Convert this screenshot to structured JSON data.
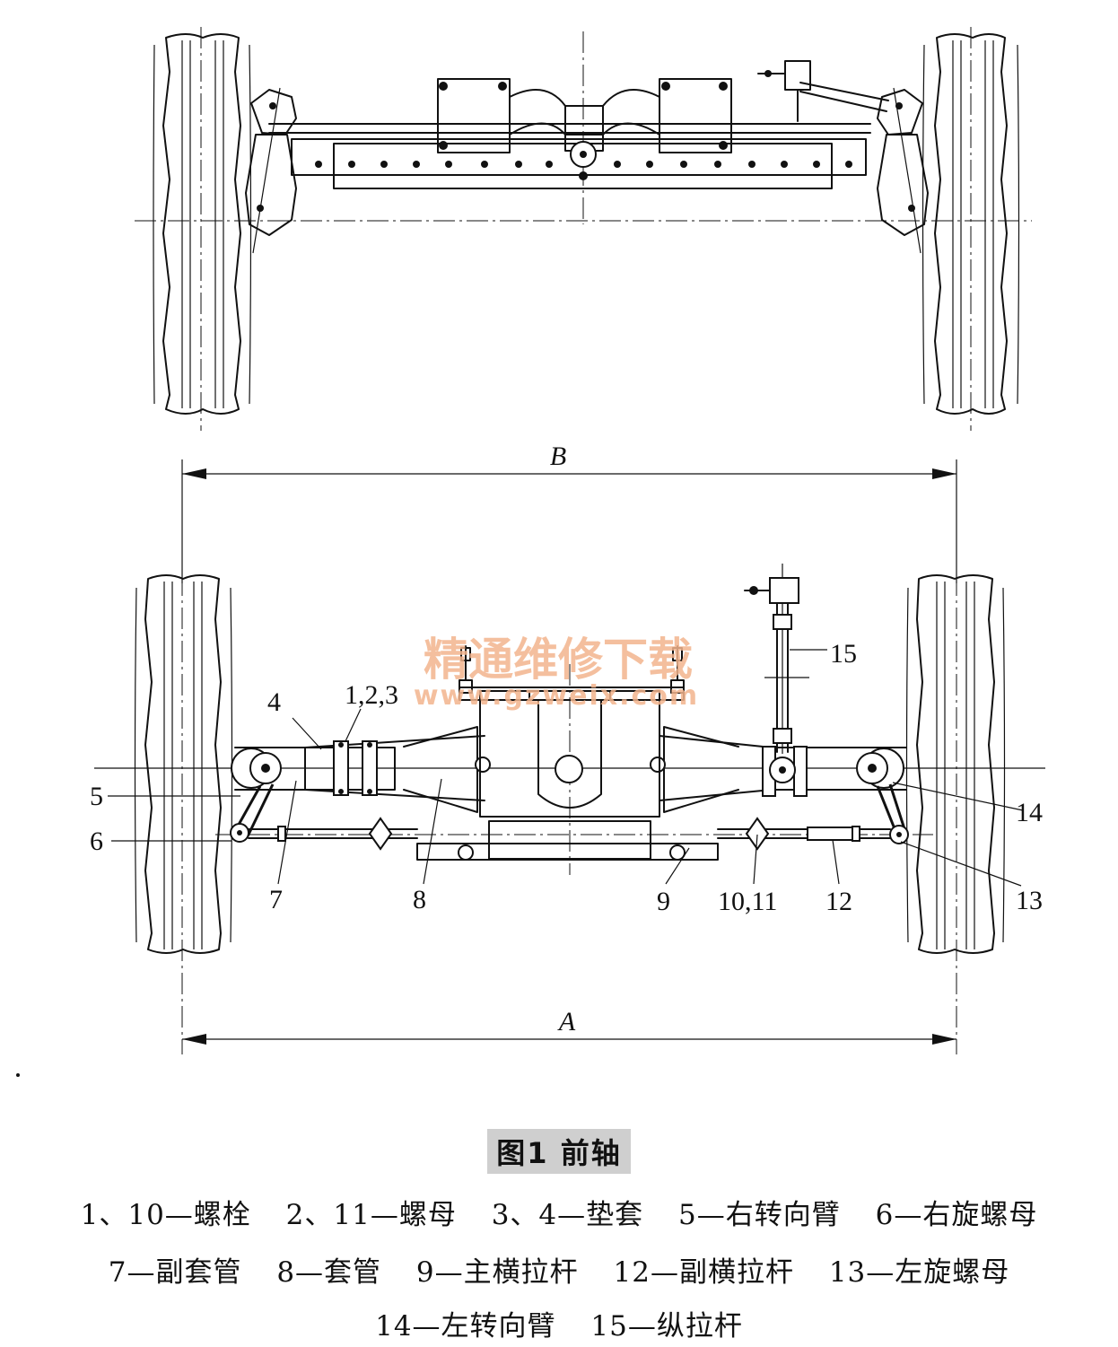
{
  "diagram": {
    "dimension_labels": {
      "top": "B",
      "bottom": "A"
    },
    "callouts": {
      "c1": "1,2,3",
      "c4": "4",
      "c5": "5",
      "c6": "6",
      "c7": "7",
      "c8": "8",
      "c9": "9",
      "c10": "10,11",
      "c12": "12",
      "c13": "13",
      "c14": "14",
      "c15": "15"
    },
    "watermark": {
      "line1": "精通维修下载",
      "line2": "www.gzweix.com"
    }
  },
  "caption": {
    "title": "图1  前轴",
    "legend_lines": [
      [
        "1、10—螺栓",
        "2、11—螺母",
        "3、4—垫套",
        "5—右转向臂",
        "6—右旋螺母"
      ],
      [
        "7—副套管",
        "8—套管",
        "9—主横拉杆",
        "12—副横拉杆",
        "13—左旋螺母"
      ],
      [
        "14—左转向臂",
        "15—纵拉杆"
      ]
    ]
  }
}
